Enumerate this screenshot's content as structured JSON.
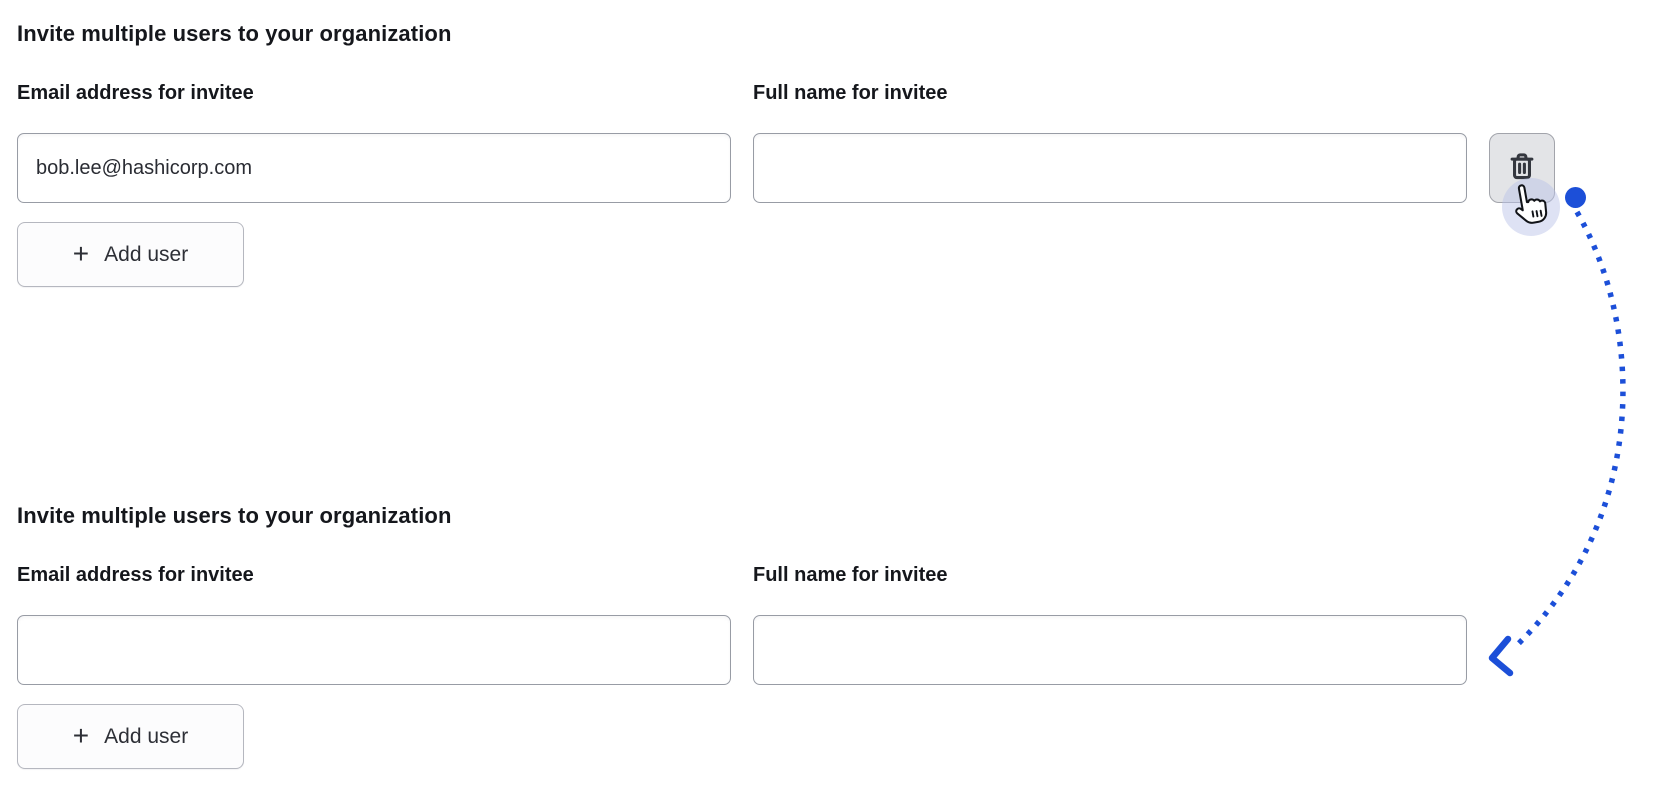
{
  "colors": {
    "accent_blue": "#1c4fd8",
    "input_border": "#989ca5",
    "trash_button_bg": "#e3e4e7",
    "click_highlight": "#bbc3e8"
  },
  "form_top": {
    "heading": "Invite multiple users to your organization",
    "email_label": "Email address for invitee",
    "name_label": "Full name for invitee",
    "email_value": "bob.lee@hashicorp.com",
    "name_value": "",
    "add_user_label": "Add user",
    "plus_glyph": "+"
  },
  "form_bottom": {
    "heading": "Invite multiple users to your organization",
    "email_label": "Email address for invitee",
    "name_label": "Full name for invitee",
    "email_value": "",
    "name_value": "",
    "add_user_label": "Add user",
    "plus_glyph": "+"
  }
}
